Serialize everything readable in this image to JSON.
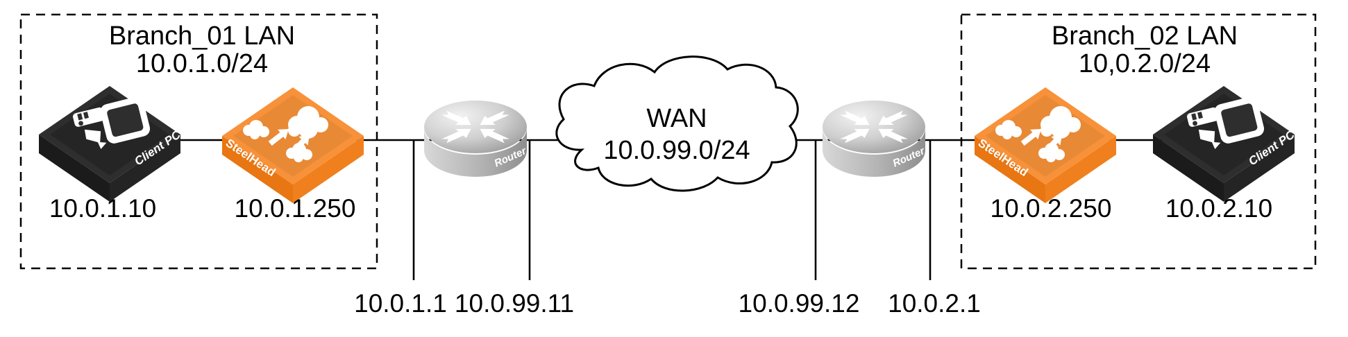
{
  "branch1": {
    "title": "Branch_01 LAN",
    "subnet": "10.0.1.0/24",
    "client_pc": {
      "label": "Client PC",
      "ip": "10.0.1.10"
    },
    "steelhead": {
      "label": "SteelHead",
      "ip": "10.0.1.250"
    }
  },
  "branch2": {
    "title": "Branch_02 LAN",
    "subnet": "10,0.2.0/24",
    "steelhead": {
      "label": "SteelHead",
      "ip": "10.0.2.250"
    },
    "client_pc": {
      "label": "Client PC",
      "ip": "10.0.2.10"
    }
  },
  "wan": {
    "label": "WAN",
    "subnet": "10.0.99.0/24"
  },
  "routers": [
    {
      "label": "Router",
      "interfaces": [
        {
          "ip": "10.0.1.1"
        },
        {
          "ip": "10.0.99.11"
        }
      ]
    },
    {
      "label": "Router",
      "interfaces": [
        {
          "ip": "10.0.99.12"
        },
        {
          "ip": "10.0.2.1"
        }
      ]
    }
  ],
  "icons": {
    "client_pc": "client-pc-icon",
    "steelhead": "steelhead-clouds-icon",
    "router": "router-converging-arrows-icon",
    "wan": "wan-cloud-icon"
  },
  "colors": {
    "steelhead_orange_top": "#f7923a",
    "steelhead_orange_left": "#e87612",
    "steelhead_orange_right": "#f0801d",
    "client_pc_black_top": "#2e2e2e",
    "client_pc_black_left": "#1b1b1b",
    "client_pc_black_right": "#242424",
    "router_gray": "#b9b9b9",
    "line_black": "#000000",
    "canvas_white": "#ffffff"
  }
}
